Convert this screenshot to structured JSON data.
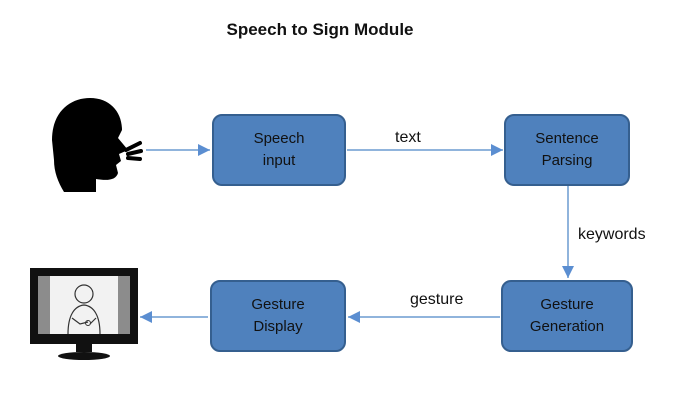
{
  "title": "Speech to Sign Module",
  "nodes": {
    "speech_input": {
      "line1": "Speech",
      "line2": "input"
    },
    "sentence_parsing": {
      "line1": "Sentence",
      "line2": "Parsing"
    },
    "gesture_generation": {
      "line1": "Gesture",
      "line2": "Generation"
    },
    "gesture_display": {
      "line1": "Gesture",
      "line2": "Display"
    }
  },
  "edges": {
    "speech_to_parsing": "text",
    "parsing_to_generation": "keywords",
    "generation_to_display": "gesture"
  },
  "icons": {
    "speaker": "speaking-head-icon",
    "monitor": "monitor-signer-icon"
  },
  "colors": {
    "box_fill": "#4f81bd",
    "box_border": "#355f8f",
    "arrow": "#6b9bd1"
  }
}
